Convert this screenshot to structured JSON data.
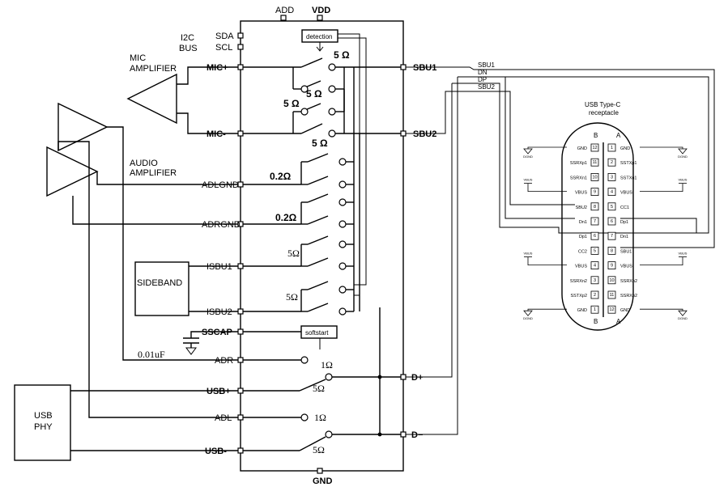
{
  "ic": {
    "top_pins": {
      "add": "ADD",
      "vdd": "VDD"
    },
    "bottom_pin": "GND",
    "left_pins": {
      "sda": "SDA",
      "scl": "SCL",
      "mic_plus": "MIC+",
      "mic_minus": "MIC-",
      "adlgnd": "ADLGND",
      "adrgnd": "ADRGND",
      "isbu1": "ISBU1",
      "isbu2": "ISBU2",
      "sscap": "SSCAP",
      "adr": "ADR",
      "usb_plus": "USB+",
      "adl": "ADL",
      "usb_minus": "USB-"
    },
    "right_pins": {
      "sbu1": "SBU1",
      "sbu2": "SBU2",
      "dplus": "D+",
      "dminus": "D−"
    },
    "blocks": {
      "detection": "detection",
      "softstart": "softstart"
    },
    "resistances": {
      "r_mic1": "5 Ω",
      "r_mic2": "5 Ω",
      "r_mic3": "5 Ω",
      "r_mic4": "5 Ω",
      "r_adl": "0.2Ω",
      "r_adr": "0.2Ω",
      "r_isbu1": "5Ω",
      "r_isbu2": "5Ω",
      "r_adr_sw": "1Ω",
      "r_usbp": "5Ω",
      "r_adl_sw": "1Ω",
      "r_usbm": "5Ω"
    }
  },
  "external": {
    "i2c": "I2C",
    "bus": "BUS",
    "mic_amp_1": "MIC",
    "mic_amp_2": "AMPLIFIER",
    "audio_amp_1": "AUDIO",
    "audio_amp_2": "AMPLIFIER",
    "sideband": "SIDEBAND",
    "usb_phy_1": "USB",
    "usb_phy_2": "PHY",
    "cap_value": "0.01uF"
  },
  "bus_labels": {
    "sbu1": "SBU1",
    "dn": "DN",
    "dp": "DP",
    "sbu2": "SBU2"
  },
  "connector": {
    "title_1": "USB Type-C",
    "title_2": "receptacle",
    "row_header_b": "B",
    "row_header_a": "A",
    "footer_b": "B",
    "footer_a": "A",
    "gnd_symbol": "DGND",
    "vbus_symbol": "VBUS",
    "rows": [
      {
        "b": "GND",
        "bn": "12",
        "an": "1",
        "a": "GND"
      },
      {
        "b": "SSRXp1",
        "bn": "11",
        "an": "2",
        "a": "SSTXp1"
      },
      {
        "b": "SSRXn1",
        "bn": "10",
        "an": "3",
        "a": "SSTXn1"
      },
      {
        "b": "VBUS",
        "bn": "9",
        "an": "4",
        "a": "VBUS"
      },
      {
        "b": "SBU2",
        "bn": "8",
        "an": "5",
        "a": "CC1"
      },
      {
        "b": "Dn1",
        "bn": "7",
        "an": "6",
        "a": "Dp1"
      },
      {
        "b": "Dp1",
        "bn": "6",
        "an": "7",
        "a": "Dn1"
      },
      {
        "b": "CC2",
        "bn": "5",
        "an": "8",
        "a": "SBU1"
      },
      {
        "b": "VBUS",
        "bn": "4",
        "an": "9",
        "a": "VBUS"
      },
      {
        "b": "SSRXn2",
        "bn": "3",
        "an": "10",
        "a": "SSRXn2"
      },
      {
        "b": "SSTXp2",
        "bn": "2",
        "an": "11",
        "a": "SSRXp2"
      },
      {
        "b": "GND",
        "bn": "1",
        "an": "12",
        "a": "GND"
      }
    ]
  }
}
